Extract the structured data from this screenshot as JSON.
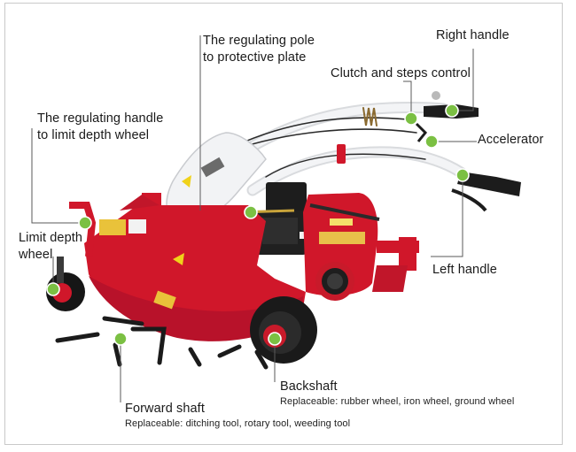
{
  "colors": {
    "body_red": "#d0172a",
    "dot_green": "#7bc043",
    "handle_white": "#eef0f2",
    "grip_black": "#1c1c1c",
    "leader_gray": "#5a5a5a"
  },
  "labels": {
    "regulating_pole_line1": "The regulating pole",
    "regulating_pole_line2": "to protective plate",
    "right_handle": "Right handle",
    "clutch": "Clutch and steps control",
    "regulating_handle_line1": "The regulating handle",
    "regulating_handle_line2": "to limit depth wheel",
    "accelerator": "Accelerator",
    "limit_depth_line1": "Limit depth",
    "limit_depth_line2": "wheel",
    "left_handle": "Left handle",
    "backshaft_title": "Backshaft",
    "backshaft_sub": "Replaceable: rubber wheel, iron wheel, ground wheel",
    "forward_title": "Forward shaft",
    "forward_sub": "Replaceable: ditching tool, rotary tool, weeding tool"
  },
  "icons": [
    "callout-dot-icon"
  ]
}
